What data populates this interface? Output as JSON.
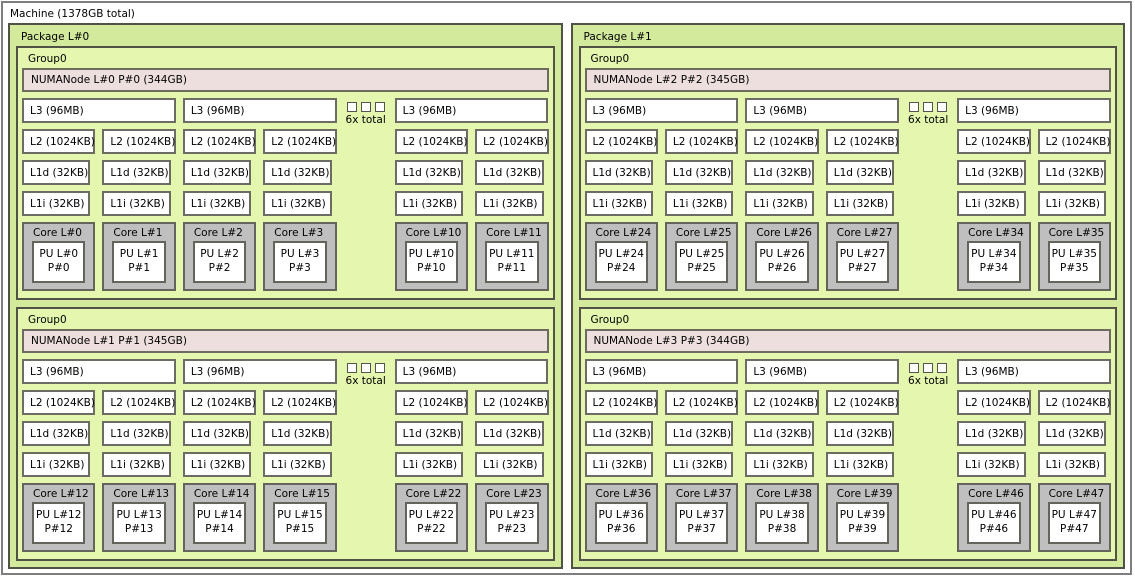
{
  "machine": {
    "label": "Machine (1378GB total)"
  },
  "shared": {
    "group_label": "Group0",
    "l3_label": "L3 (96MB)",
    "l2_label": "L2 (1024KB)",
    "l1d_label": "L1d (32KB)",
    "l1i_label": "L1i (32KB)",
    "elide_label": "6x total"
  },
  "colors": {
    "machine_fill": "#ffffff",
    "package_fill": "#d3ea9d",
    "group_fill": "#e5f7ae",
    "numanode_fill": "#eedfdf",
    "cache_fill": "#ffffff",
    "core_fill": "#bfbfbf"
  },
  "packages": [
    {
      "label": "Package L#0",
      "groups": [
        {
          "numanode": "NUMANode L#0 P#0 (344GB)",
          "clusters": [
            {
              "cores": [
                {
                  "core": "Core L#0",
                  "pu_line1": "PU L#0",
                  "pu_line2": "P#0"
                },
                {
                  "core": "Core L#1",
                  "pu_line1": "PU L#1",
                  "pu_line2": "P#1"
                }
              ]
            },
            {
              "cores": [
                {
                  "core": "Core L#2",
                  "pu_line1": "PU L#2",
                  "pu_line2": "P#2"
                },
                {
                  "core": "Core L#3",
                  "pu_line1": "PU L#3",
                  "pu_line2": "P#3"
                }
              ]
            },
            {
              "cores": [
                {
                  "core": "Core L#10",
                  "pu_line1": "PU L#10",
                  "pu_line2": "P#10"
                },
                {
                  "core": "Core L#11",
                  "pu_line1": "PU L#11",
                  "pu_line2": "P#11"
                }
              ]
            }
          ]
        },
        {
          "numanode": "NUMANode L#1 P#1 (345GB)",
          "clusters": [
            {
              "cores": [
                {
                  "core": "Core L#12",
                  "pu_line1": "PU L#12",
                  "pu_line2": "P#12"
                },
                {
                  "core": "Core L#13",
                  "pu_line1": "PU L#13",
                  "pu_line2": "P#13"
                }
              ]
            },
            {
              "cores": [
                {
                  "core": "Core L#14",
                  "pu_line1": "PU L#14",
                  "pu_line2": "P#14"
                },
                {
                  "core": "Core L#15",
                  "pu_line1": "PU L#15",
                  "pu_line2": "P#15"
                }
              ]
            },
            {
              "cores": [
                {
                  "core": "Core L#22",
                  "pu_line1": "PU L#22",
                  "pu_line2": "P#22"
                },
                {
                  "core": "Core L#23",
                  "pu_line1": "PU L#23",
                  "pu_line2": "P#23"
                }
              ]
            }
          ]
        }
      ]
    },
    {
      "label": "Package L#1",
      "groups": [
        {
          "numanode": "NUMANode L#2 P#2 (345GB)",
          "clusters": [
            {
              "cores": [
                {
                  "core": "Core L#24",
                  "pu_line1": "PU L#24",
                  "pu_line2": "P#24"
                },
                {
                  "core": "Core L#25",
                  "pu_line1": "PU L#25",
                  "pu_line2": "P#25"
                }
              ]
            },
            {
              "cores": [
                {
                  "core": "Core L#26",
                  "pu_line1": "PU L#26",
                  "pu_line2": "P#26"
                },
                {
                  "core": "Core L#27",
                  "pu_line1": "PU L#27",
                  "pu_line2": "P#27"
                }
              ]
            },
            {
              "cores": [
                {
                  "core": "Core L#34",
                  "pu_line1": "PU L#34",
                  "pu_line2": "P#34"
                },
                {
                  "core": "Core L#35",
                  "pu_line1": "PU L#35",
                  "pu_line2": "P#35"
                }
              ]
            }
          ]
        },
        {
          "numanode": "NUMANode L#3 P#3 (344GB)",
          "clusters": [
            {
              "cores": [
                {
                  "core": "Core L#36",
                  "pu_line1": "PU L#36",
                  "pu_line2": "P#36"
                },
                {
                  "core": "Core L#37",
                  "pu_line1": "PU L#37",
                  "pu_line2": "P#37"
                }
              ]
            },
            {
              "cores": [
                {
                  "core": "Core L#38",
                  "pu_line1": "PU L#38",
                  "pu_line2": "P#38"
                },
                {
                  "core": "Core L#39",
                  "pu_line1": "PU L#39",
                  "pu_line2": "P#39"
                }
              ]
            },
            {
              "cores": [
                {
                  "core": "Core L#46",
                  "pu_line1": "PU L#46",
                  "pu_line2": "P#46"
                },
                {
                  "core": "Core L#47",
                  "pu_line1": "PU L#47",
                  "pu_line2": "P#47"
                }
              ]
            }
          ]
        }
      ]
    }
  ]
}
